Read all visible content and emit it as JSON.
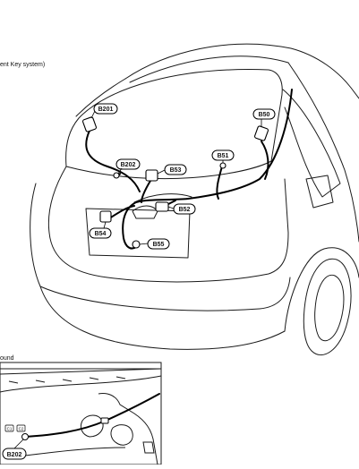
{
  "header_top": "ent Key system)",
  "header_bottom": "ound",
  "connectors": [
    {
      "id": "b201",
      "label": "B201"
    },
    {
      "id": "b202",
      "label": "B202"
    },
    {
      "id": "b53",
      "label": "B53"
    },
    {
      "id": "b51",
      "label": "B51"
    },
    {
      "id": "b50",
      "label": "B50"
    },
    {
      "id": "b52",
      "label": "B52"
    },
    {
      "id": "b54",
      "label": "B54"
    },
    {
      "id": "b55",
      "label": "B55"
    },
    {
      "id": "b202-inset",
      "label": "B202"
    }
  ],
  "pin_labels": [
    "C1",
    "C2"
  ]
}
